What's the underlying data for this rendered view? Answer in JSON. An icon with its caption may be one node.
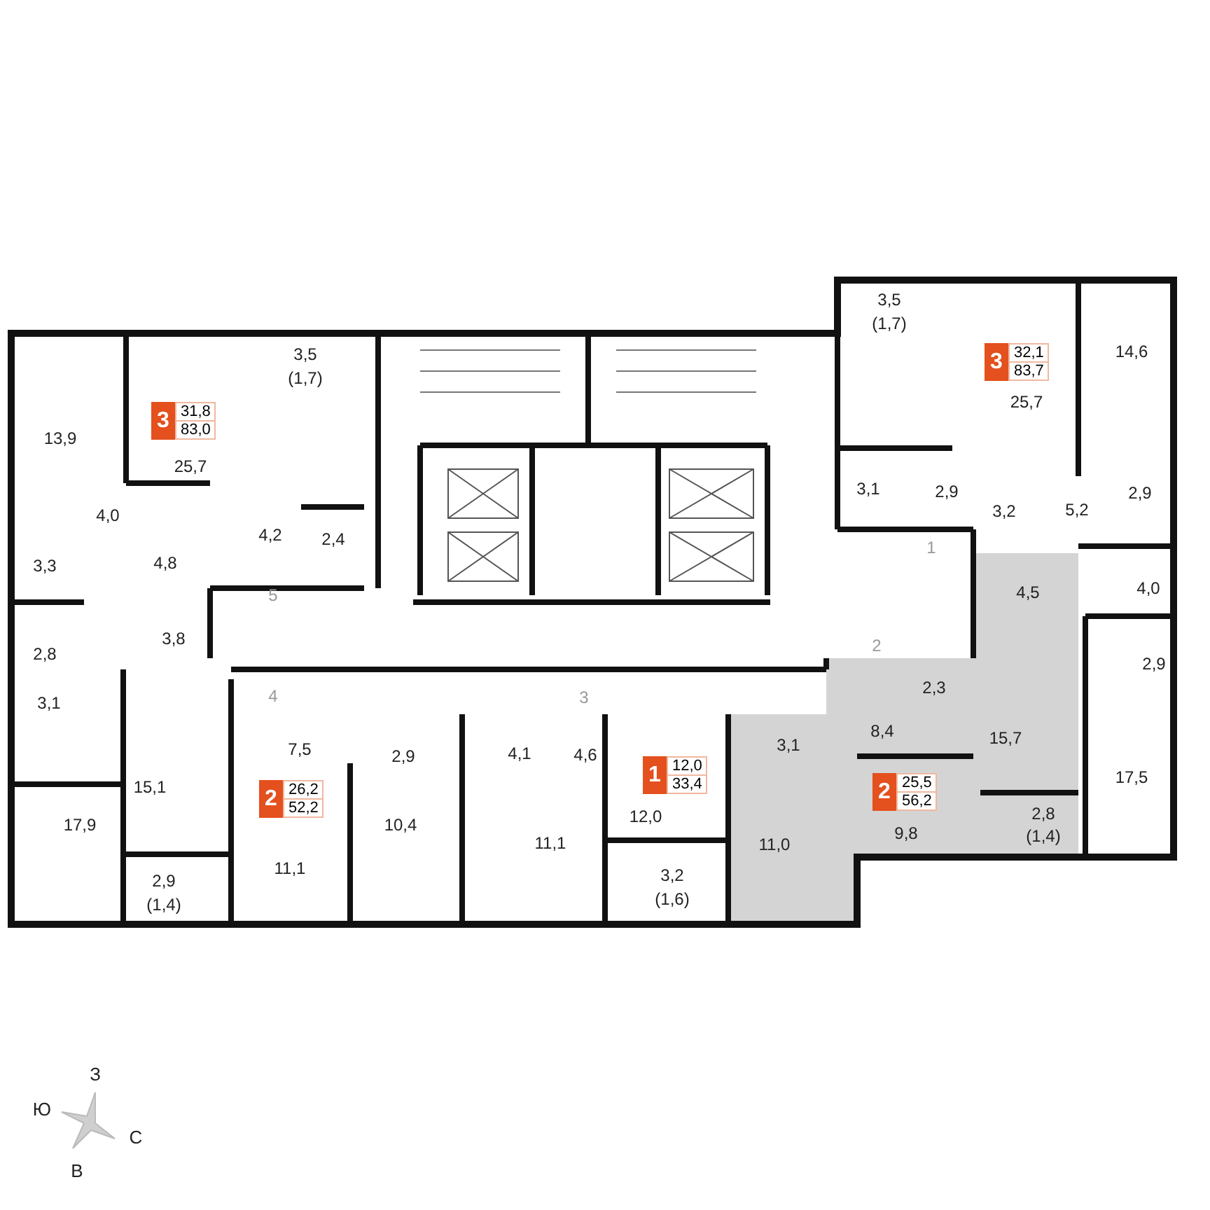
{
  "diagram": {
    "nodes": [
      {
        "text": [
          "3",
          "31,8",
          "83,0"
        ]
      },
      {
        "text": [
          "3",
          "32,1",
          "83,7"
        ]
      },
      {
        "text": [
          "2",
          "26,2",
          "52,2"
        ]
      },
      {
        "text": [
          "1",
          "12,0",
          "33,4"
        ]
      },
      {
        "text": [
          "2",
          "25,5",
          "56,2"
        ]
      }
    ],
    "labels": [
      "3,5",
      "(1,7)",
      "14,6",
      "3,5",
      "(1,7)",
      "25,7",
      "13,9",
      "25,7",
      "3,1",
      "2,9",
      "3,2",
      "5,2",
      "2,9",
      "4,0",
      "1",
      "4,2",
      "2,4",
      "3,3",
      "4,8",
      "4,0",
      "4,5",
      "5",
      "3,8",
      "2,8",
      "2",
      "2,9",
      "3,1",
      "4",
      "3",
      "2,3",
      "7,5",
      "8,4",
      "2,9",
      "4,1",
      "4,6",
      "3,1",
      "15,7",
      "15,1",
      "17,9",
      "17,5",
      "12,0",
      "10,4",
      "11,1",
      "11,0",
      "11,1",
      "9,8",
      "2,9",
      "(1,4)",
      "3,2",
      "(1,6)",
      "2,8",
      "(1,4)",
      "З",
      "Ю",
      "С",
      "В"
    ]
  }
}
